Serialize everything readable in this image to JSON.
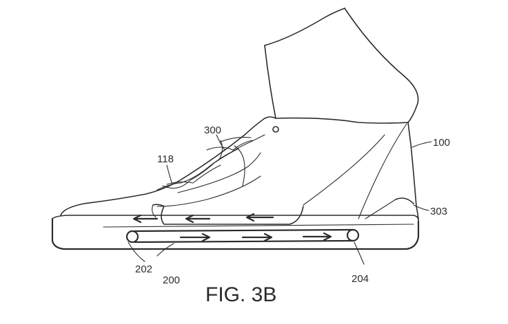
{
  "figure": {
    "caption": "FIG. 3B",
    "references": {
      "r100": "100",
      "r118": "118",
      "r200": "200",
      "r202": "202",
      "r204": "204",
      "r300": "300",
      "r303": "303"
    }
  }
}
